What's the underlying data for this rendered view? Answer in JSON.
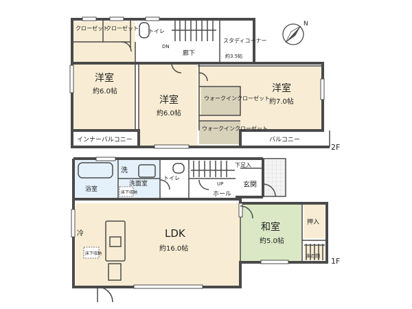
{
  "floor2": {
    "label": "2F",
    "rooms": {
      "closet_a": "クローゼット",
      "closet_b": "クローゼット",
      "toilet": "トイレ",
      "dn": "DN",
      "corridor": "廊下",
      "study": "スタディコーナー",
      "study_size": "約3.5帖",
      "west": {
        "name": "洋室",
        "size": "約6.0帖"
      },
      "center": {
        "name": "洋室",
        "size": "約6.0帖"
      },
      "east": {
        "name": "洋室",
        "size": "約7.0帖"
      },
      "wic1": "ウォークインクローゼット",
      "wic2": "ウォークインクローゼット",
      "inner_balcony": "インナーバルコニー",
      "balcony": "バルコニー"
    }
  },
  "floor1": {
    "label": "1F",
    "rooms": {
      "wash": "洗",
      "powder": "洗面室",
      "bath": "浴室",
      "under_storage_1": "床下収納",
      "toilet": "トイレ",
      "up": "UP",
      "hall": "ホール",
      "shoebox": "下足入",
      "entrance": "玄関",
      "ldk": {
        "name": "LDK",
        "size": "約16.0帖"
      },
      "fridge": "冷",
      "under_storage_2": "床下収納",
      "washitsu": {
        "name": "和室",
        "size": "約5.0帖"
      },
      "oshiire": "押入",
      "tokonoma": "床の間"
    }
  },
  "compass": {
    "north_label": "N"
  },
  "colors": {
    "wood": "#f8edd4",
    "tatami": "#dbe8c6",
    "wet": "#e5f1fa",
    "wic": "#d9d2bb",
    "wall": "#4a4a4a"
  }
}
